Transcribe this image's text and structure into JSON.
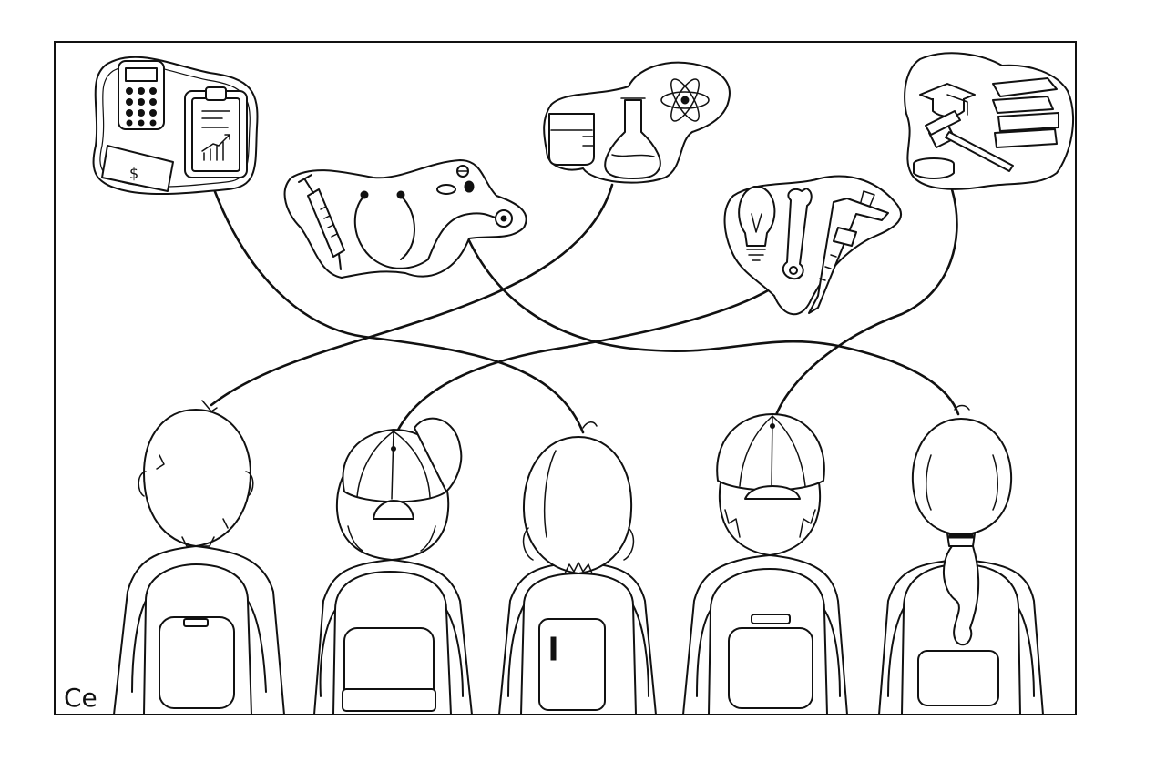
{
  "signature": "Ce",
  "bubbles": [
    {
      "name": "finance-bubble",
      "icons": [
        "calculator-icon",
        "clipboard-chart-icon",
        "dollar-bill-icon"
      ]
    },
    {
      "name": "medicine-bubble",
      "icons": [
        "syringe-icon",
        "stethoscope-icon",
        "pills-icon"
      ]
    },
    {
      "name": "science-bubble",
      "icons": [
        "beaker-icon",
        "flask-icon",
        "atom-icon"
      ]
    },
    {
      "name": "engineering-bubble",
      "icons": [
        "lightbulb-icon",
        "wrench-icon",
        "caliper-icon"
      ]
    },
    {
      "name": "law-education-bubble",
      "icons": [
        "graduation-cap-icon",
        "gavel-icon",
        "books-icon"
      ]
    }
  ],
  "students": [
    {
      "name": "student-1",
      "headwear": "none"
    },
    {
      "name": "student-2",
      "headwear": "cap"
    },
    {
      "name": "student-3",
      "headwear": "none"
    },
    {
      "name": "student-4",
      "headwear": "cap"
    },
    {
      "name": "student-5",
      "headwear": "ponytail"
    }
  ]
}
